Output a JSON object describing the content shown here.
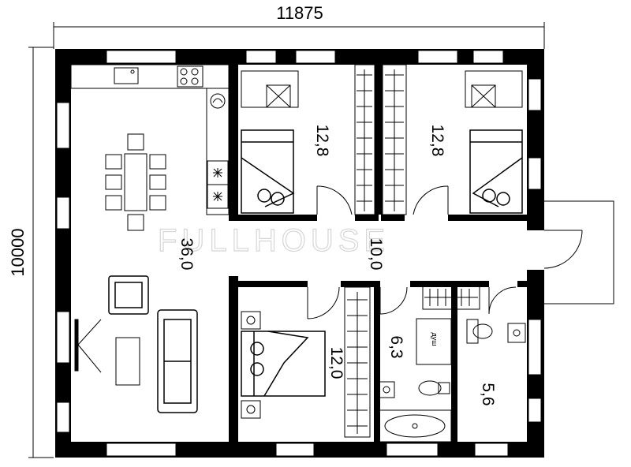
{
  "dimensions": {
    "width": "11875",
    "height": "10000"
  },
  "rooms": {
    "living": "36,0",
    "bedroom_left": "12,8",
    "bedroom_right": "12,8",
    "hall": "10,0",
    "bedroom_lower": "12,0",
    "bathroom": "6,3",
    "wc": "5,6"
  },
  "labels": {
    "shower": "душ"
  },
  "watermark": "FULLHOUSE"
}
